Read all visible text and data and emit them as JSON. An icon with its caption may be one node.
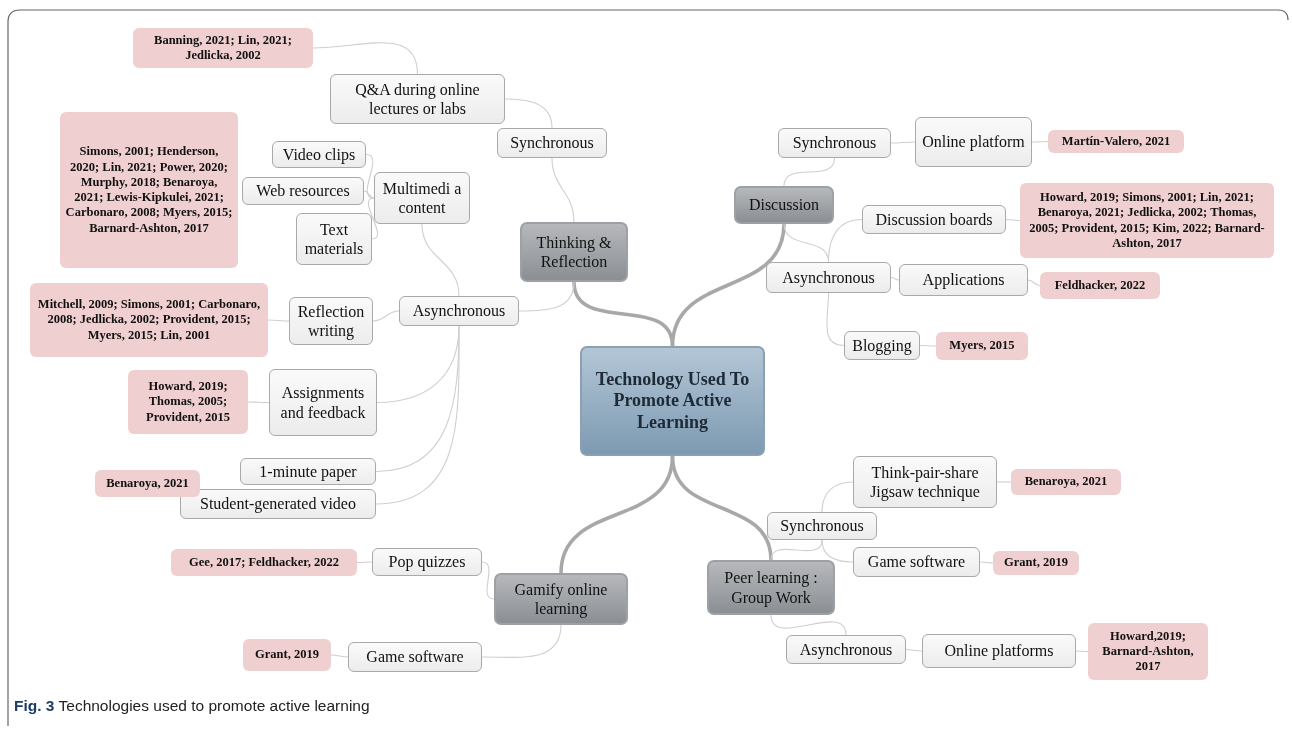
{
  "diagram": {
    "caption": "**Fig. 3** Technologies used to promote active learning",
    "nodes": [
      {
        "text": [
          "Technology Used To Promote Active Learning"
        ]
      },
      {
        "text": [
          "Thinking & Reflection"
        ]
      },
      {
        "text": [
          "Synchronous"
        ]
      },
      {
        "text": [
          "Q&A during online lectures or labs"
        ]
      },
      {
        "text": [
          "Banning, 2021; Lin, 2021; Jedlicka, 2002"
        ]
      },
      {
        "text": [
          "Asynchronous"
        ]
      },
      {
        "text": [
          "Multimedi a content"
        ]
      },
      {
        "text": [
          "Video clips"
        ]
      },
      {
        "text": [
          "Web resources"
        ]
      },
      {
        "text": [
          "Text materials"
        ]
      },
      {
        "text": [
          "Simons, 2001; Henderson, 2020;  Lin, 2021; Power, 2020; Murphy, 2018; Benaroya, 2021; Lewis-Kipkulei, 2021; Carbonaro, 2008; Myers, 2015; Barnard-Ashton, 2017"
        ]
      },
      {
        "text": [
          "Reflection writing"
        ]
      },
      {
        "text": [
          "Mitchell, 2009; Simons, 2001; Carbonaro, 2008; Jedlicka, 2002; Provident, 2015; Myers, 2015; Lin, 2001"
        ]
      },
      {
        "text": [
          "Assignments and feedback"
        ]
      },
      {
        "text": [
          "Howard, 2019; Thomas, 2005; Provident, 2015"
        ]
      },
      {
        "text": [
          "1-minute paper"
        ]
      },
      {
        "text": [
          "Student-generated video"
        ]
      },
      {
        "text": [
          "Benaroya, 2021"
        ]
      },
      {
        "text": [
          "Discussion"
        ]
      },
      {
        "text": [
          "Synchronous"
        ]
      },
      {
        "text": [
          "Online platform"
        ]
      },
      {
        "text": [
          "Martín-Valero, 2021"
        ]
      },
      {
        "text": [
          "Asynchronous"
        ]
      },
      {
        "text": [
          "Discussion boards"
        ]
      },
      {
        "text": [
          "Howard, 2019; Simons, 2001; Lin, 2021; Benaroya, 2021; Jedlicka, 2002; Thomas, 2005; Provident, 2015; Kim, 2022; Barnard-Ashton, 2017"
        ]
      },
      {
        "text": [
          "Applications"
        ]
      },
      {
        "text": [
          "Feldhacker, 2022"
        ]
      },
      {
        "text": [
          "Blogging"
        ]
      },
      {
        "text": [
          "Myers, 2015"
        ]
      },
      {
        "text": [
          "Gamify online learning"
        ]
      },
      {
        "text": [
          "Pop quizzes"
        ]
      },
      {
        "text": [
          "Gee, 2017; Feldhacker, 2022"
        ]
      },
      {
        "text": [
          "Game software"
        ]
      },
      {
        "text": [
          "Grant, 2019"
        ]
      },
      {
        "text": [
          "Peer learning : Group Work"
        ]
      },
      {
        "text": [
          "Synchronous"
        ]
      },
      {
        "text": [
          "Think-pair-share Jigsaw technique"
        ]
      },
      {
        "text": [
          "Benaroya, 2021"
        ]
      },
      {
        "text": [
          "Game software"
        ]
      },
      {
        "text": [
          "Grant, 2019"
        ]
      },
      {
        "text": [
          "Asynchronous"
        ]
      },
      {
        "text": [
          "Online platforms"
        ]
      },
      {
        "text": [
          "Howard,2019; Barnard-Ashton, 2017"
        ]
      }
    ],
    "edges": [
      {
        "from": 0,
        "to": 1,
        "arrow": "none",
        "style": "thick"
      },
      {
        "from": 0,
        "to": 18,
        "arrow": "none",
        "style": "thick"
      },
      {
        "from": 0,
        "to": 29,
        "arrow": "none",
        "style": "thick"
      },
      {
        "from": 0,
        "to": 34,
        "arrow": "none",
        "style": "thick"
      },
      {
        "from": 1,
        "to": 2,
        "arrow": "none"
      },
      {
        "from": 2,
        "to": 3,
        "arrow": "none"
      },
      {
        "from": 3,
        "to": 4,
        "arrow": "none"
      },
      {
        "from": 1,
        "to": 5,
        "arrow": "none"
      },
      {
        "from": 5,
        "to": 6,
        "arrow": "none"
      },
      {
        "from": 6,
        "to": 7,
        "arrow": "none"
      },
      {
        "from": 6,
        "to": 8,
        "arrow": "none"
      },
      {
        "from": 6,
        "to": 9,
        "arrow": "none"
      },
      {
        "from": 5,
        "to": 11,
        "arrow": "none"
      },
      {
        "from": 11,
        "to": 12,
        "arrow": "none"
      },
      {
        "from": 5,
        "to": 13,
        "arrow": "none"
      },
      {
        "from": 13,
        "to": 14,
        "arrow": "none"
      },
      {
        "from": 5,
        "to": 15,
        "arrow": "none"
      },
      {
        "from": 5,
        "to": 16,
        "arrow": "none"
      },
      {
        "from": 18,
        "to": 19,
        "arrow": "none"
      },
      {
        "from": 19,
        "to": 20,
        "arrow": "none"
      },
      {
        "from": 20,
        "to": 21,
        "arrow": "none"
      },
      {
        "from": 18,
        "to": 22,
        "arrow": "none"
      },
      {
        "from": 22,
        "to": 23,
        "arrow": "none"
      },
      {
        "from": 23,
        "to": 24,
        "arrow": "none"
      },
      {
        "from": 22,
        "to": 25,
        "arrow": "none"
      },
      {
        "from": 25,
        "to": 26,
        "arrow": "none"
      },
      {
        "from": 22,
        "to": 27,
        "arrow": "none"
      },
      {
        "from": 27,
        "to": 28,
        "arrow": "none"
      },
      {
        "from": 29,
        "to": 30,
        "arrow": "none"
      },
      {
        "from": 30,
        "to": 31,
        "arrow": "none"
      },
      {
        "from": 29,
        "to": 32,
        "arrow": "none"
      },
      {
        "from": 32,
        "to": 33,
        "arrow": "none"
      },
      {
        "from": 34,
        "to": 35,
        "arrow": "none"
      },
      {
        "from": 35,
        "to": 36,
        "arrow": "none"
      },
      {
        "from": 36,
        "to": 37,
        "arrow": "none"
      },
      {
        "from": 35,
        "to": 38,
        "arrow": "none"
      },
      {
        "from": 38,
        "to": 39,
        "arrow": "none"
      },
      {
        "from": 34,
        "to": 40,
        "arrow": "none"
      },
      {
        "from": 40,
        "to": 41,
        "arrow": "none"
      },
      {
        "from": 41,
        "to": 42,
        "arrow": "none"
      }
    ]
  }
}
